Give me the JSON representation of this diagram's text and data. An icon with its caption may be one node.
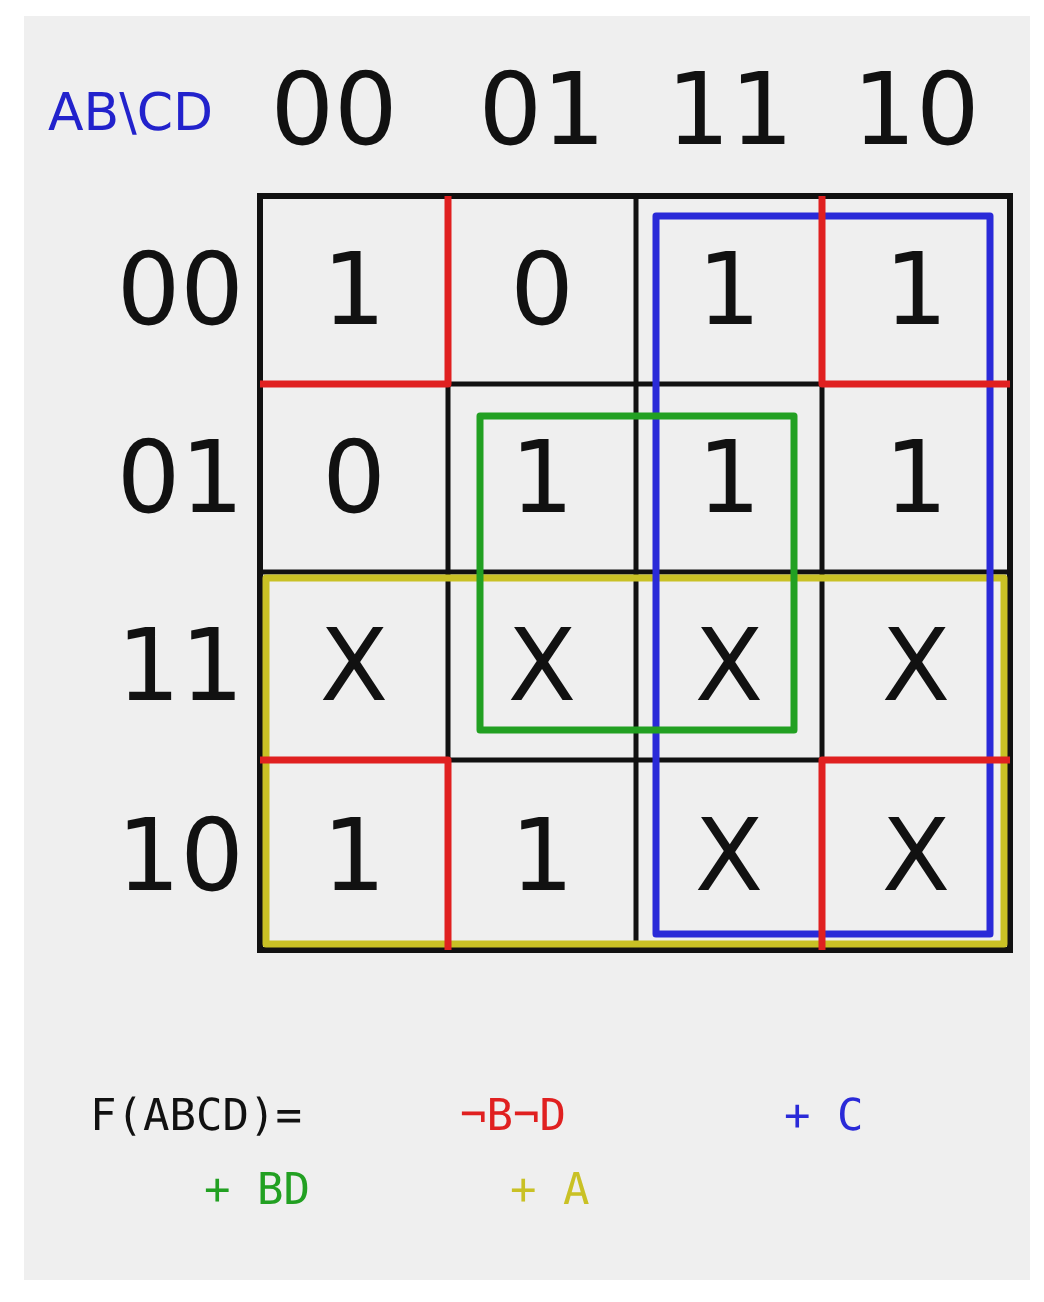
{
  "diagram": {
    "labels": [
      "AB\\CD",
      "00",
      "01",
      "11",
      "10",
      "00",
      "1",
      "0",
      "1",
      "1",
      "01",
      "0",
      "1",
      "1",
      "1",
      "11",
      "X",
      "X",
      "X",
      "X",
      "10",
      "1",
      "1",
      "X",
      "X",
      "F(ABCD)=",
      "¬B¬D",
      "+ C",
      "+ BD",
      "+ A"
    ]
  }
}
